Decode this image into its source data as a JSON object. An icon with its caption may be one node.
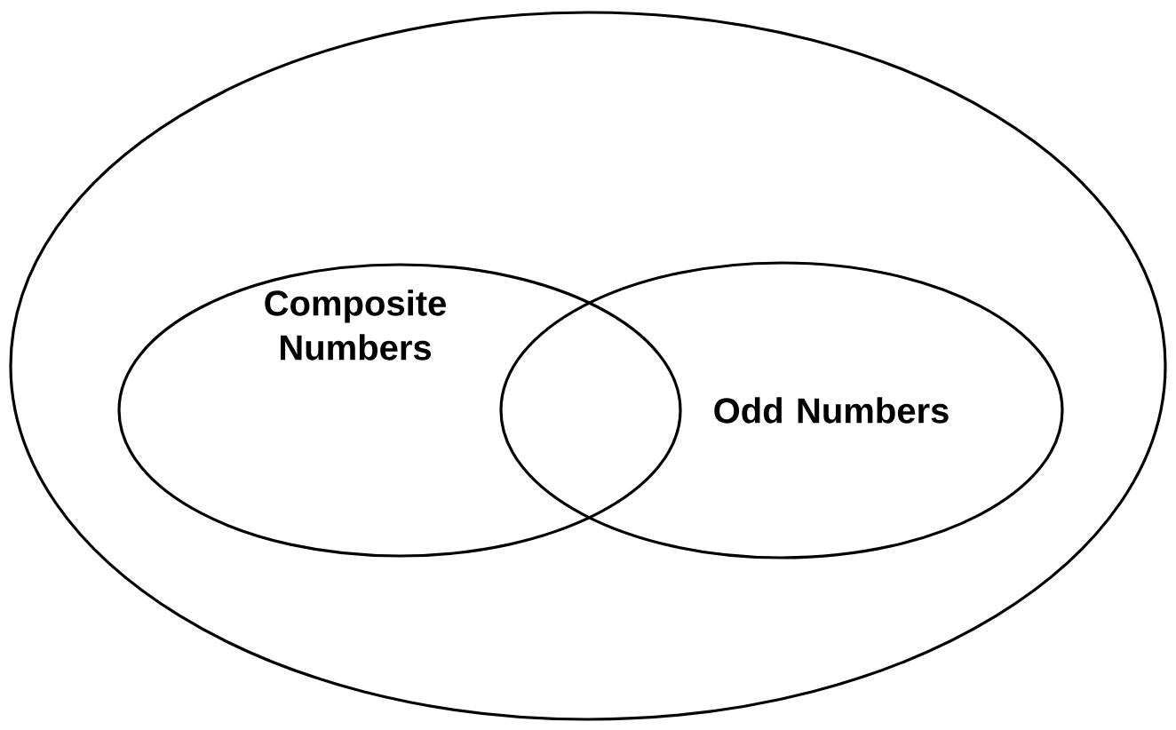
{
  "diagram": {
    "nodes": [
      {
        "text": [],
        "shape": "ellipse"
      },
      {
        "text": [
          "Composite Numbers"
        ],
        "in": 0
      },
      {
        "text": [
          "Odd Numbers"
        ],
        "in": 0
      }
    ]
  }
}
